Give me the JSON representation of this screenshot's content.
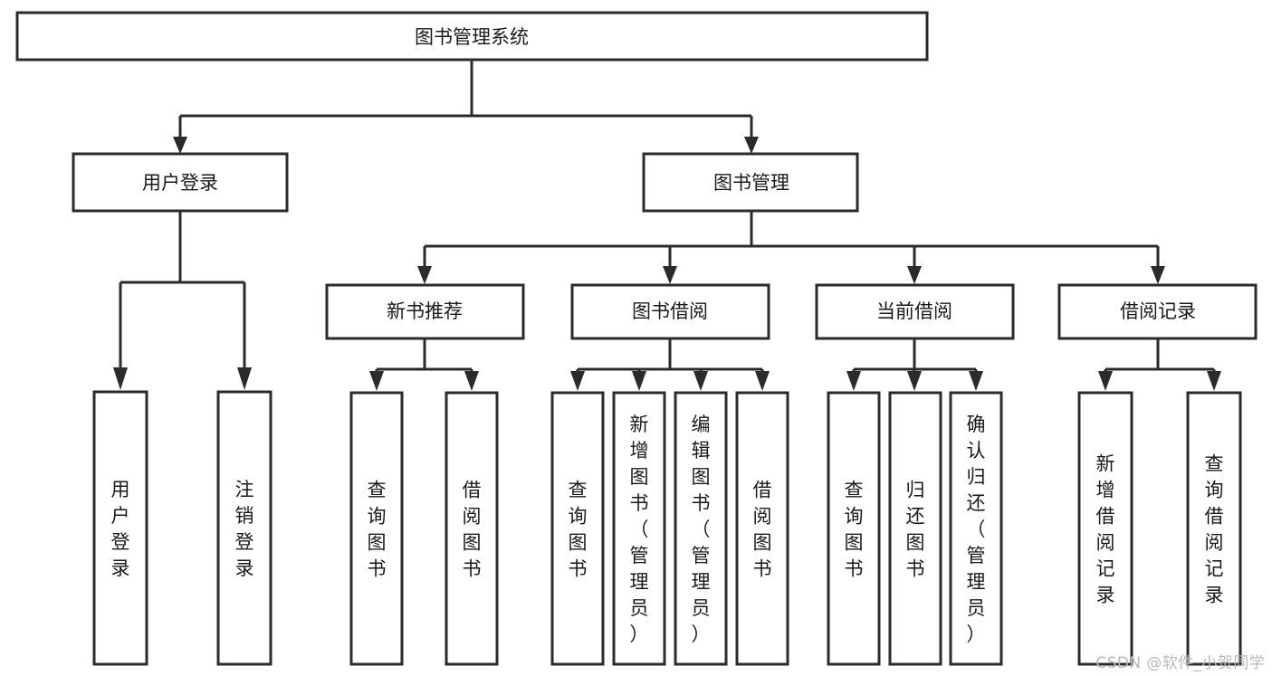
{
  "diagram": {
    "title": "图书管理系统",
    "type": "tree",
    "watermark": "CSDN @软件_小贺同学",
    "colors": {
      "stroke": "#2b2b2b",
      "fill": "#ffffff",
      "text": "#1a1a1a",
      "watermark": "#b9b9b9",
      "background": "#ffffff"
    },
    "root": {
      "label": "图书管理系统"
    },
    "level2": [
      {
        "label": "用户登录"
      },
      {
        "label": "图书管理"
      }
    ],
    "level3": [
      {
        "label": "新书推荐"
      },
      {
        "label": "图书借阅"
      },
      {
        "label": "当前借阅"
      },
      {
        "label": "借阅记录"
      }
    ],
    "leaves": {
      "user_login": [
        {
          "label": "用户登录"
        },
        {
          "label": "注销登录"
        }
      ],
      "new_book_recommend": [
        {
          "label": "查询图书"
        },
        {
          "label": "借阅图书"
        }
      ],
      "book_borrow": [
        {
          "label": "查询图书"
        },
        {
          "label": "新增图书（管理员）"
        },
        {
          "label": "编辑图书（管理员）"
        },
        {
          "label": "借阅图书"
        }
      ],
      "current_borrow": [
        {
          "label": "查询图书"
        },
        {
          "label": "归还图书"
        },
        {
          "label": "确认归还（管理员）"
        }
      ],
      "borrow_record": [
        {
          "label": "新增借阅记录"
        },
        {
          "label": "查询借阅记录"
        }
      ]
    }
  }
}
